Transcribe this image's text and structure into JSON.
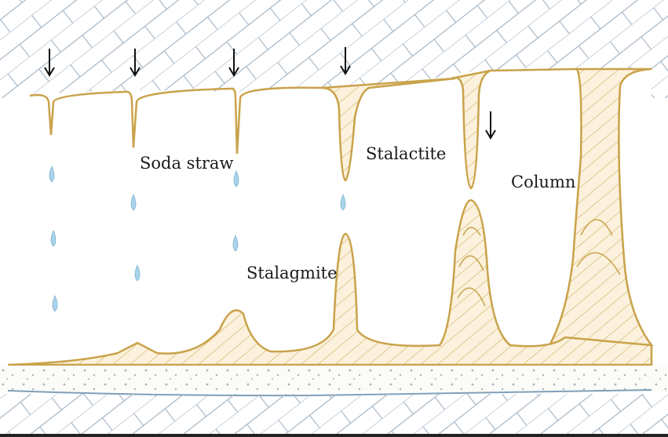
{
  "labels": {
    "soda_straw": "Soda straw",
    "stalactite": "Stalactite",
    "column": "Column",
    "stalagmite": "Stalagmite"
  },
  "colors": {
    "rock_line": "#9fb2c2",
    "deposit": "#c9a24a",
    "deposit_fill": "#fbf1dc",
    "water_drop": "#a9d3ea",
    "sediment_dot": "#aab4bd",
    "water_table": "#7f9fb8",
    "arrow": "#111111"
  }
}
